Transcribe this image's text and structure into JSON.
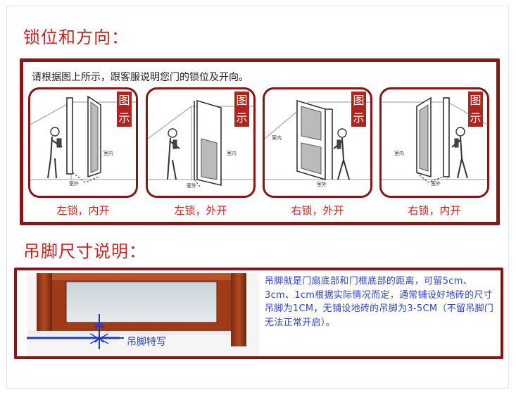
{
  "section1": {
    "title": "锁位和方向：",
    "instruction": "请根据图上所示，跟客服说明您门的锁位及开向。",
    "panels": [
      {
        "tag_top": "图",
        "tag_bottom": "示",
        "caption": "左锁，内开",
        "inside_label": "室内",
        "outside_label": "室外"
      },
      {
        "tag_top": "图",
        "tag_bottom": "示",
        "caption": "左锁，外开",
        "inside_label": "室内",
        "outside_label": "室外"
      },
      {
        "tag_top": "图",
        "tag_bottom": "示",
        "caption": "右锁，外开",
        "inside_label": "室内",
        "outside_label": "室外"
      },
      {
        "tag_top": "图",
        "tag_bottom": "示",
        "caption": "右锁，内开",
        "inside_label": "室内",
        "outside_label": "室外"
      }
    ]
  },
  "section2": {
    "title": "吊脚尺寸说明：",
    "description": "吊脚就是门扇底部和门框底部的距离，可留5cm、3cm、1cm根据实际情况而定，通常铺设好地砖的尺寸吊脚为1CM，无铺设地砖的吊脚为3-5CM（不留吊脚门无法正常开启）。",
    "diagram_label": "吊脚特写"
  },
  "colors": {
    "heading": "#c8211b",
    "frame": "#8c1414",
    "tag_bg": "#b3231d",
    "caption": "#d2221b",
    "description": "#2b44c8"
  }
}
